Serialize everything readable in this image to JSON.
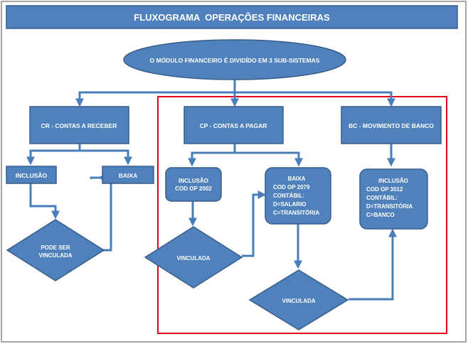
{
  "diagram": {
    "title": "FLUXOGRAMA  OPERAÇÕES FINANCEIRAS",
    "root": "O MÓDULO FINANCEIRO É DIVIDÍDO EM 3 SUB-SISTEMAS",
    "cr": {
      "header": "CR - CONTAS A RECEBER",
      "inclusao": "INCLUSÃO",
      "baixa": "BAIXA",
      "decision_line1": "PODE SER",
      "decision_line2": "VINCULADA"
    },
    "cp": {
      "header": "CP - CONTAS A PAGAR",
      "inclusao_line1": "INCLUSÃO",
      "inclusao_line2": "COD OP 2002",
      "baixa_line1": "BAIXA",
      "baixa_line2": "COD OP 2079",
      "baixa_line3": "CONTÁBIL:",
      "baixa_line4": "D=SALARIO",
      "baixa_line5": "C=TRANSITÓRIA",
      "decision1": "VINCULADA",
      "decision2": "VINCULADA"
    },
    "bc": {
      "header": "BC - MOVIMENTO DE BANCO",
      "inclusao_line1": "INCLUSÃO",
      "inclusao_line2": "COD OP 3012",
      "inclusao_line3": "CONTÁBIL:",
      "inclusao_line4": "D=TRANSITÓRIA",
      "inclusao_line5": "C=BANCO"
    }
  },
  "colors": {
    "shape_fill": "#4f81bd",
    "shape_stroke": "#385d8a",
    "connector": "#4a7ebb",
    "highlight": "#e0001b",
    "frame": "#a6a6a6",
    "text": "#ffffff"
  }
}
